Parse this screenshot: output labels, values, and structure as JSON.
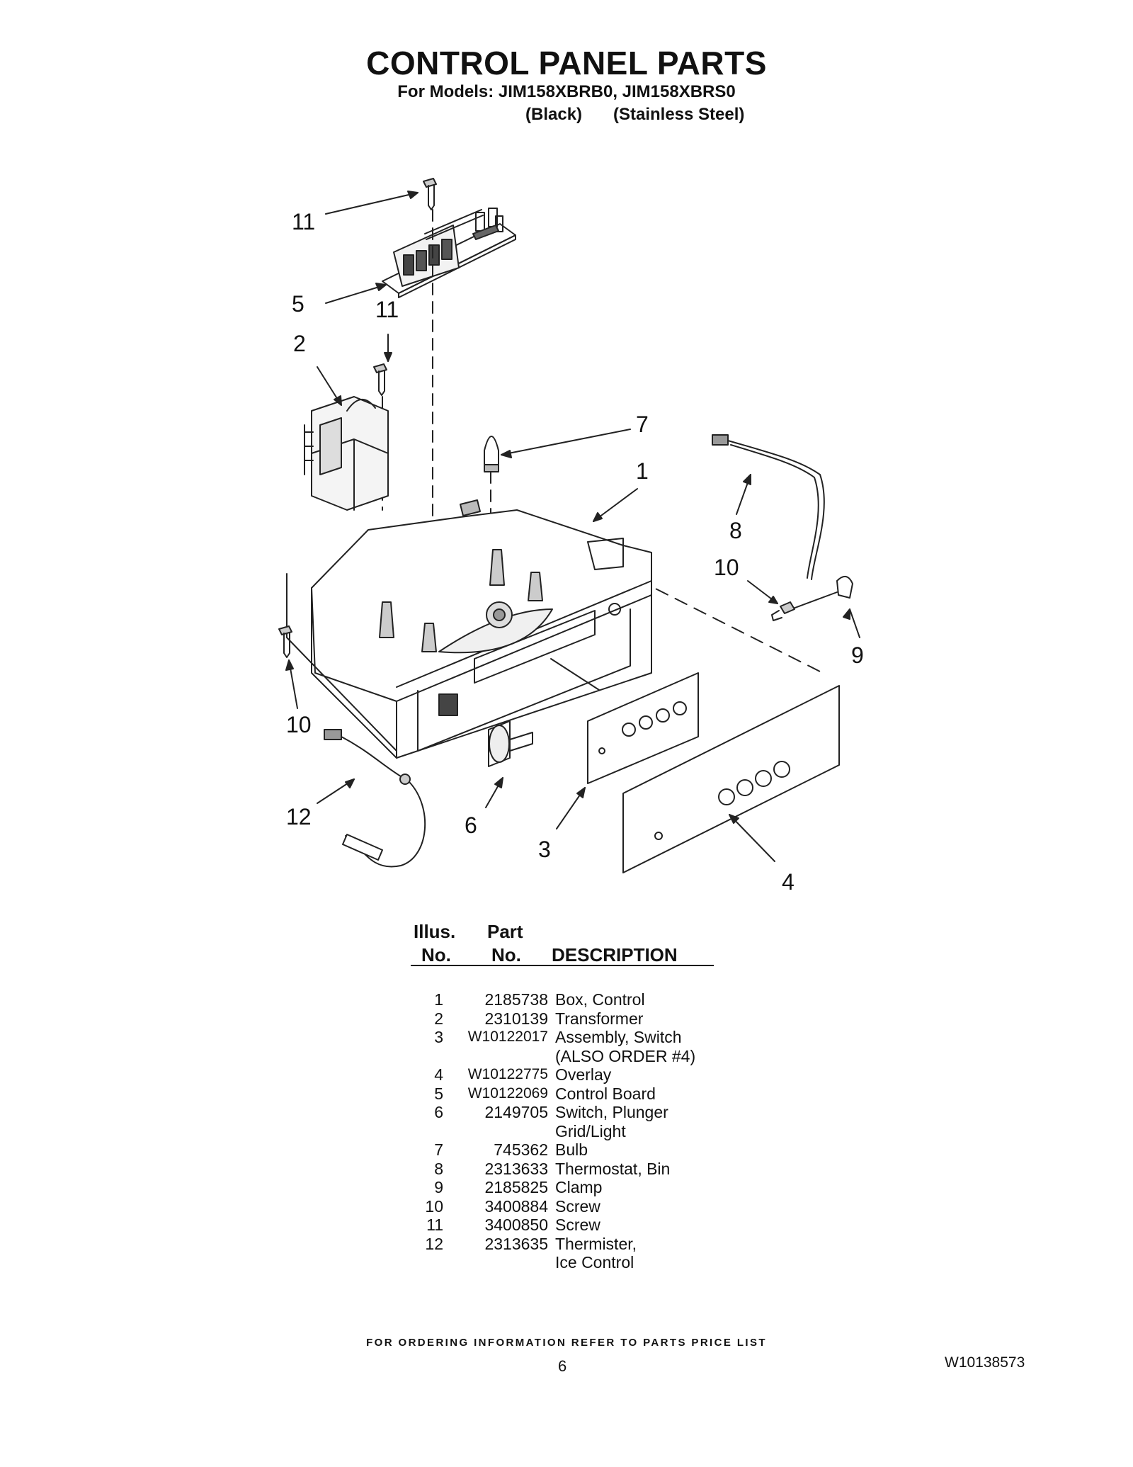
{
  "header": {
    "title": "CONTROL PANEL PARTS",
    "models": "For Models: JIM158XBRB0, JIM158XBRS0",
    "variants": [
      "(Black)",
      "(Stainless Steel)"
    ]
  },
  "diagram": {
    "callouts": [
      "11",
      "5",
      "11",
      "2",
      "7",
      "1",
      "8",
      "10",
      "9",
      "10",
      "12",
      "6",
      "3",
      "4"
    ]
  },
  "table": {
    "headers": {
      "illus_line1": "Illus.",
      "illus_line2": "No.",
      "part_line1": "Part",
      "part_line2": "No.",
      "description": "DESCRIPTION"
    },
    "rows": [
      {
        "illus": "1",
        "part": "2185738",
        "desc": "Box, Control"
      },
      {
        "illus": "2",
        "part": "2310139",
        "desc": "Transformer"
      },
      {
        "illus": "3",
        "part": "W10122017",
        "desc": "Assembly, Switch"
      },
      {
        "illus": "",
        "part": "",
        "desc": "(ALSO ORDER #4)"
      },
      {
        "illus": "4",
        "part": "W10122775",
        "desc": "Overlay"
      },
      {
        "illus": "5",
        "part": "W10122069",
        "desc": "Control Board"
      },
      {
        "illus": "6",
        "part": "2149705",
        "desc": "Switch, Plunger"
      },
      {
        "illus": "",
        "part": "",
        "desc": "Grid/Light"
      },
      {
        "illus": "7",
        "part": "745362",
        "desc": "Bulb"
      },
      {
        "illus": "8",
        "part": "2313633",
        "desc": "Thermostat, Bin"
      },
      {
        "illus": "9",
        "part": "2185825",
        "desc": "Clamp"
      },
      {
        "illus": "10",
        "part": "3400884",
        "desc": "Screw"
      },
      {
        "illus": "11",
        "part": "3400850",
        "desc": "Screw"
      },
      {
        "illus": "12",
        "part": "2313635",
        "desc": "Thermister,"
      },
      {
        "illus": "",
        "part": "",
        "desc": "Ice Control"
      }
    ]
  },
  "footer": {
    "ordering_note": "FOR ORDERING INFORMATION REFER TO PARTS PRICE LIST",
    "page_number": "6",
    "document_number": "W10138573"
  }
}
